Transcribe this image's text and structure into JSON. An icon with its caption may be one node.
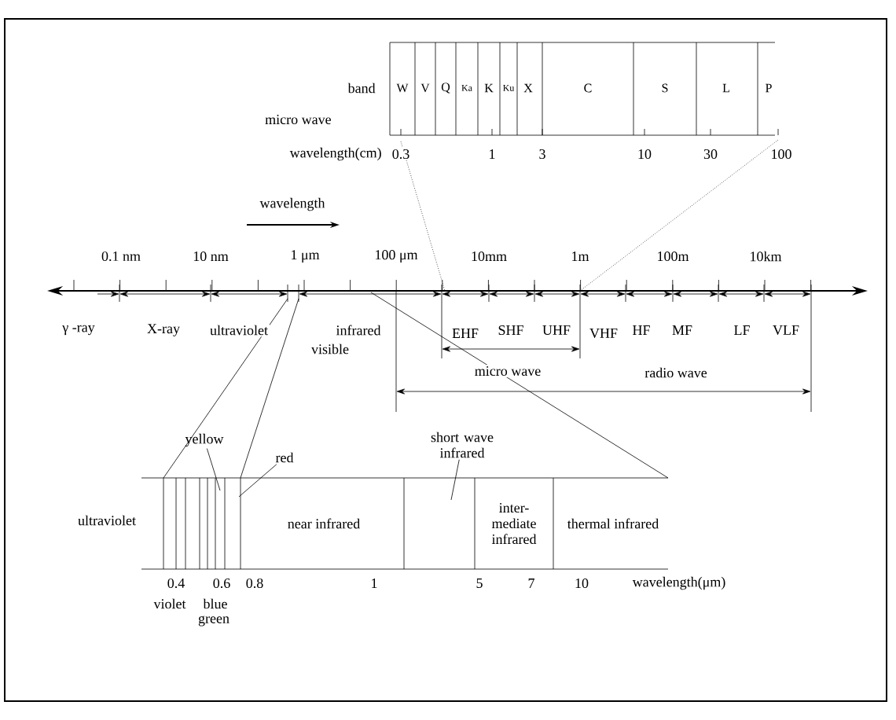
{
  "diagram": {
    "nodes": [
      {
        "text": [
          "yellow"
        ]
      },
      {
        "text": [
          "red"
        ]
      },
      {
        "text": [
          "short wave infrared"
        ]
      }
    ],
    "edges": [
      {
        "from": 0,
        "to": null,
        "arrow": "none"
      },
      {
        "from": 1,
        "to": null,
        "arrow": "none"
      },
      {
        "from": 2,
        "to": null,
        "arrow": "none"
      }
    ],
    "labels": [
      "band",
      "W",
      "V",
      "Q",
      "Ka",
      "K",
      "Ku",
      "X",
      "C",
      "S",
      "L",
      "P",
      "micro wave",
      "wavelength(cm)",
      "0.3",
      "1",
      "3",
      "10",
      "30",
      "100",
      "wavelength",
      "0.1 nm",
      "10 nm",
      "1 μm",
      "100 μm",
      "10mm",
      "1m",
      "100m",
      "10km",
      "γ -ray",
      "X-ray",
      "ultraviolet",
      "infrared",
      "EHF",
      "SHF",
      "UHF",
      "VHF",
      "HF",
      "MF",
      "LF",
      "VLF",
      "visible",
      "micro wave",
      "radio wave",
      "ultraviolet",
      "near infrared",
      "inter-mediate infrared",
      "thermal infrared",
      "0.4",
      "0.6",
      "0.8",
      "1",
      "5",
      "7",
      "10",
      "wavelength(μm)",
      "violet",
      "blue",
      "green"
    ]
  }
}
